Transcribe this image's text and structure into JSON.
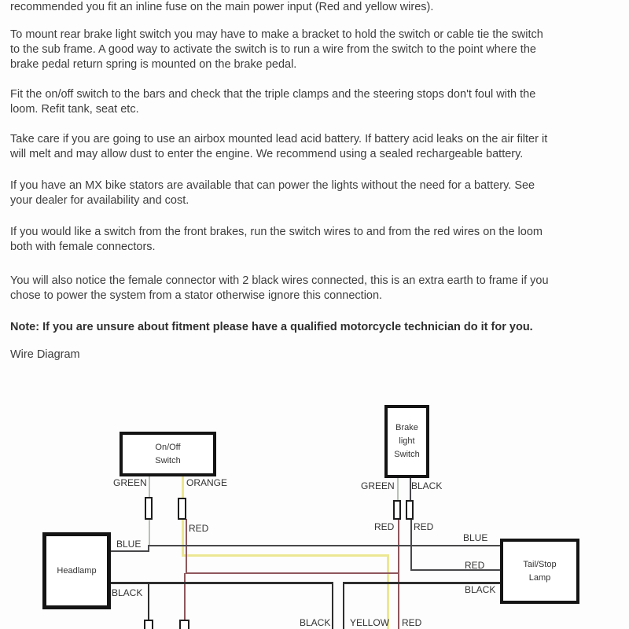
{
  "document": {
    "paragraphs": [
      {
        "lines": [
          "recommended you fit an inline fuse on the main power input (Red and yellow wires)."
        ]
      },
      {
        "lines": [
          "To mount rear brake light switch you may have to make a bracket to hold the switch or cable tie the switch",
          "to the sub frame. A good way to activate the switch is to run a wire from the switch to the point where the",
          "brake pedal return spring is mounted on the brake pedal."
        ]
      },
      {
        "lines": [
          "Fit the on/off switch to the bars and check that the triple clamps and the steering stops don't foul with the",
          "loom. Refit tank, seat etc."
        ]
      },
      {
        "lines": [
          "Take care if you are going to use an airbox mounted lead acid battery. If battery acid leaks on the air filter it",
          "will melt and may allow dust to enter the engine. We recommend using a sealed rechargeable battery."
        ]
      },
      {
        "lines": [
          "If you have an MX bike stators are available that can power the lights without the need for a battery. See",
          "your dealer for availability and cost."
        ]
      },
      {
        "lines": [
          "If you would like a switch from the front brakes, run the switch wires to and from the red wires on the loom",
          "both with female connectors."
        ]
      },
      {
        "lines": [
          "You will also notice the female connector with 2 black wires connected, this is an extra earth to frame if you",
          "chose to power the system from a stator otherwise ignore this connection."
        ]
      },
      {
        "lines": [
          "Note: If you are unsure about fitment please have a qualified motorcycle technician do it for you."
        ]
      },
      {
        "lines": [
          "Wire Diagram"
        ]
      }
    ]
  },
  "diagram": {
    "components": {
      "onoff_switch": {
        "label_lines": [
          "On/Off",
          "Switch"
        ]
      },
      "brake_switch": {
        "label_lines": [
          "Brake",
          "light",
          "Switch"
        ]
      },
      "headlamp": {
        "label_lines": [
          "Headlamp"
        ]
      },
      "tail_lamp": {
        "label_lines": [
          "Tail/Stop",
          "Lamp"
        ]
      }
    },
    "wire_labels": {
      "onoff_green": "GREEN",
      "onoff_orange": "ORANGE",
      "onoff_red": "RED",
      "headlamp_blue": "BLUE",
      "headlamp_black": "BLACK",
      "brake_green": "GREEN",
      "brake_black": "BLACK",
      "brake_red_left": "RED",
      "brake_red_right": "RED",
      "tail_blue": "BLUE",
      "tail_red": "RED",
      "tail_black": "BLACK",
      "bottom_black": "BLACK",
      "bottom_yellow": "YELLOW",
      "bottom_red": "RED"
    },
    "wire_colors": {
      "green": "#b7c3b4",
      "yellow": "#ece793",
      "red": "#8e575c",
      "dark": "#48484b",
      "black": "#2e2e2e"
    }
  }
}
